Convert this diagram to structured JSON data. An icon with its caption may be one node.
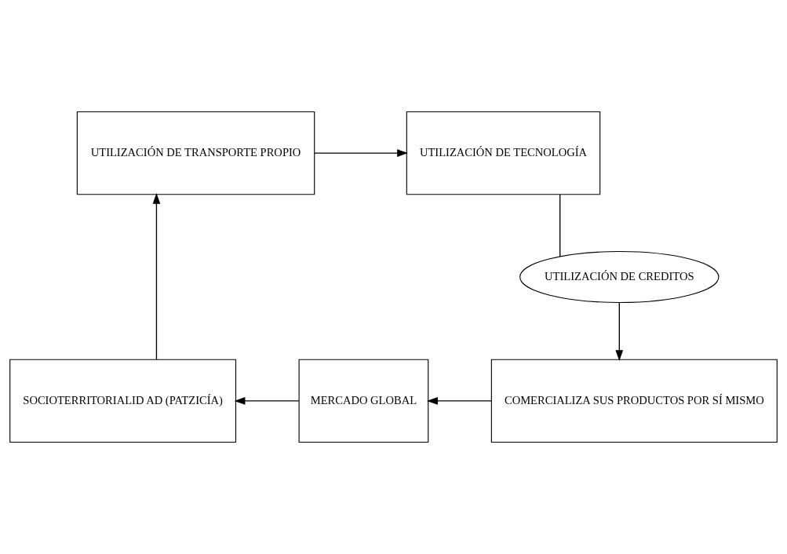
{
  "diagram": {
    "nodes": [
      {
        "text": [
          "UTILIZACIÓN DE TRANSPORTE PROPIO"
        ]
      },
      {
        "text": [
          "UTILIZACIÓN DE TECNOLOGÍA"
        ]
      },
      {
        "text": [
          "UTILIZACIÓN DE CREDITOS"
        ]
      },
      {
        "text": [
          "COMERCIALIZA SUS PRODUCTOS POR SÍ MISMO"
        ]
      },
      {
        "text": [
          "MERCADO GLOBAL"
        ]
      },
      {
        "text": [
          "SOCIOTERRITORIALID AD (PATZICÍA)"
        ]
      }
    ],
    "edges": [
      {
        "from": 0,
        "to": 1,
        "arrow": "to"
      },
      {
        "from": 1,
        "to": 2,
        "arrow": "none"
      },
      {
        "from": 2,
        "to": 3,
        "arrow": "to"
      },
      {
        "from": 3,
        "to": 4,
        "arrow": "to"
      },
      {
        "from": 4,
        "to": 5,
        "arrow": "to"
      },
      {
        "from": 5,
        "to": 0,
        "arrow": "to"
      }
    ]
  }
}
